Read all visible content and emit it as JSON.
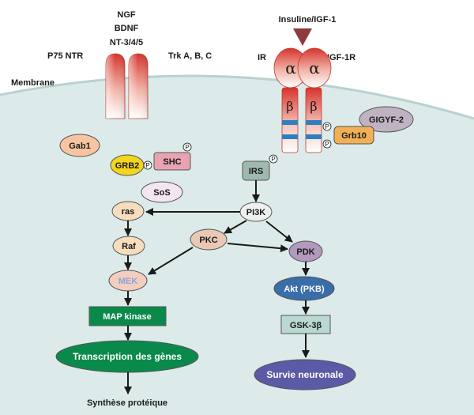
{
  "labels": {
    "ngf": "NGF",
    "bdnf": "BDNF",
    "nt": "NT-3/4/5",
    "p75": "P75 NTR",
    "trk": "Trk A, B, C",
    "membrane": "Membrane",
    "insulin": "Insuline/IGF-1",
    "ir": "IR",
    "igf1r": "IGF-1R",
    "alpha": "α",
    "beta": "β",
    "phospho": "P"
  },
  "nodes": {
    "gab1": "Gab1",
    "grb2": "GRB2",
    "shc": "SHC",
    "sos": "SoS",
    "ras": "ras",
    "raf": "Raf",
    "mek": "MEK",
    "map_kinase": "MAP kinase",
    "transcription": "Transcription des gènes",
    "synthese": "Synthèse protéique",
    "pkc": "PKC",
    "pi3k": "PI3K",
    "irs": "IRS",
    "pdk": "PDK",
    "akt": "Akt (PKB)",
    "gsk3b": "GSK-3β",
    "survie": "Survie neuronale",
    "gigyf2": "GIGYF-2",
    "grb10": "Grb10"
  },
  "colors": {
    "cytoplasm": "#dcebea",
    "receptor_red": "#d6342c",
    "band_blue": "#2f7fbf",
    "dark_green": "#0a8a4a",
    "purple": "#5a5aa6",
    "akt_blue": "#3a6ea8",
    "grb2_yellow": "#f2d51c"
  }
}
